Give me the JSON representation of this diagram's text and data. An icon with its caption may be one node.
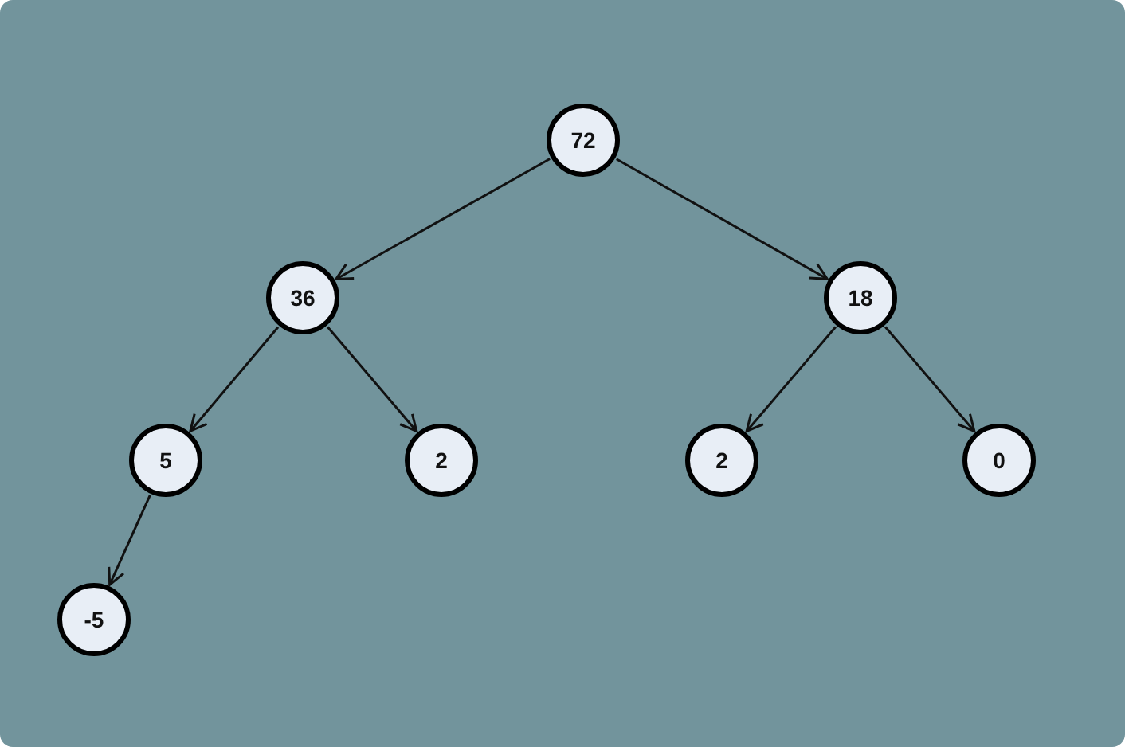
{
  "diagram": {
    "nodes": [
      {
        "text": [
          "72"
        ]
      },
      {
        "text": [
          "36"
        ]
      },
      {
        "text": [
          "18"
        ]
      },
      {
        "text": [
          "5"
        ]
      },
      {
        "text": [
          "2"
        ]
      },
      {
        "text": [
          "2"
        ]
      },
      {
        "text": [
          "0"
        ]
      },
      {
        "text": [
          "-5"
        ]
      }
    ],
    "edges": [
      {
        "from": 0,
        "to": 1,
        "arrow": "to"
      },
      {
        "from": 0,
        "to": 2,
        "arrow": "to"
      },
      {
        "from": 1,
        "to": 3,
        "arrow": "to"
      },
      {
        "from": 1,
        "to": 4,
        "arrow": "to"
      },
      {
        "from": 2,
        "to": 5,
        "arrow": "to"
      },
      {
        "from": 2,
        "to": 6,
        "arrow": "to"
      },
      {
        "from": 3,
        "to": 7,
        "arrow": "to"
      }
    ]
  }
}
